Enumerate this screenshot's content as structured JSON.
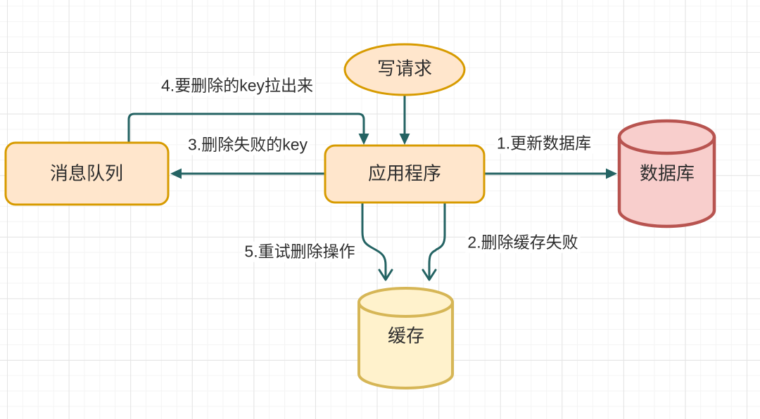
{
  "diagram": {
    "nodes": {
      "write_request": {
        "label": "写请求",
        "shape": "ellipse",
        "fill": "#FFE6CC",
        "stroke": "#D79B00"
      },
      "message_queue": {
        "label": "消息队列",
        "shape": "rounded-rect",
        "fill": "#FFE6CC",
        "stroke": "#D79B00"
      },
      "application": {
        "label": "应用程序",
        "shape": "rounded-rect",
        "fill": "#FFE6CC",
        "stroke": "#D79B00"
      },
      "database": {
        "label": "数据库",
        "shape": "cylinder",
        "fill": "#F8CECC",
        "stroke": "#B85450"
      },
      "cache": {
        "label": "缓存",
        "shape": "cylinder",
        "fill": "#FFF2CC",
        "stroke": "#D6B656"
      }
    },
    "edges": [
      {
        "label": "1.更新数据库",
        "from": "application",
        "to": "database",
        "arrowhead": "filled"
      },
      {
        "label": "2.删除缓存失败",
        "from": "application",
        "to": "cache",
        "arrowhead": "open"
      },
      {
        "label": "3.删除失败的key",
        "from": "application",
        "to": "message_queue",
        "arrowhead": "filled"
      },
      {
        "label": "4.要删除的key拉出来",
        "from": "message_queue",
        "to": "application",
        "arrowhead": "filled"
      },
      {
        "label": "5.重试删除操作",
        "from": "application",
        "to": "cache",
        "arrowhead": "open"
      },
      {
        "label": "",
        "from": "write_request",
        "to": "application",
        "arrowhead": "filled"
      }
    ],
    "colors": {
      "arrow": "#246363",
      "text": "#2e2e2e",
      "grid_major": "#e4e4e4",
      "grid_minor": "#f4f4f4",
      "background": "#ffffff"
    }
  }
}
